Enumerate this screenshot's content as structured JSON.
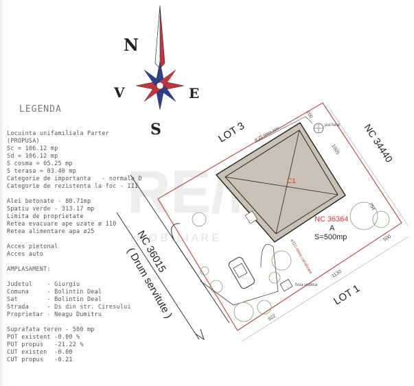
{
  "compass": {
    "n": "N",
    "s": "S",
    "e": "E",
    "v": "V"
  },
  "watermark": {
    "brand": "RE/M",
    "sub": "I M O B I L I A R E"
  },
  "legend": {
    "title": "LEGENDA",
    "lines": [
      "Locuinta unifamiliala Parter",
      "(PROPUSA)",
      "Sc = 106.12 mp",
      "Sd = 106.12 mp",
      "S cosma = 05.25 mp",
      "S terasa = 03.40 mp",
      "Categorie de importanta   - normala D",
      "Categorie de rezistenta la foc - III",
      "",
      "Alei betonate - 80.71mp",
      "Spatiu verde - 313.17 mp",
      "Limita de proprietate",
      "Retea evacuare ape uzate ø 110",
      "Retea alimentare apa ø25",
      "",
      "Acces pietonal",
      "Acces auto",
      "",
      "AMPLASAMENT:",
      "",
      "Judetul    - Giurgiu",
      "Comuna     - Bolintin Deal",
      "Sat        - Bolintin Deal",
      "Strada     - Ds din str. Ciresului",
      "Proprietar - Neagu Dumitru",
      "",
      "Suprafata teren - 500 mp",
      "POT existent -0.00 %",
      "POT propus   -21.22 %",
      "CUT existen  -0.00",
      "CUT propus   -0.21"
    ]
  },
  "plan": {
    "lot3": "LOT 3",
    "lot1": "LOT 1",
    "nc_east": "NC 34440",
    "nc_road": "NC 36015",
    "road": "( Drum servitute )",
    "parcel_nc": "NC 36364",
    "parcel_letter": "A",
    "parcel_area": "S=500mp",
    "building": "C1",
    "water_net": "ø 25 retea apa",
    "well": "put forat",
    "sewer_net": "ø110 retea canalizare",
    "septic": "fosa septica",
    "dims": {
      "d200": "200",
      "d1005": "1005",
      "d754": "754",
      "d500": "500",
      "d1130": "1130",
      "d922": "922"
    }
  },
  "colors": {
    "boundary": "#b5504c",
    "red_text": "#d23b3b",
    "compass_red": "#c8323a",
    "compass_blue": "#2f3f8f"
  }
}
